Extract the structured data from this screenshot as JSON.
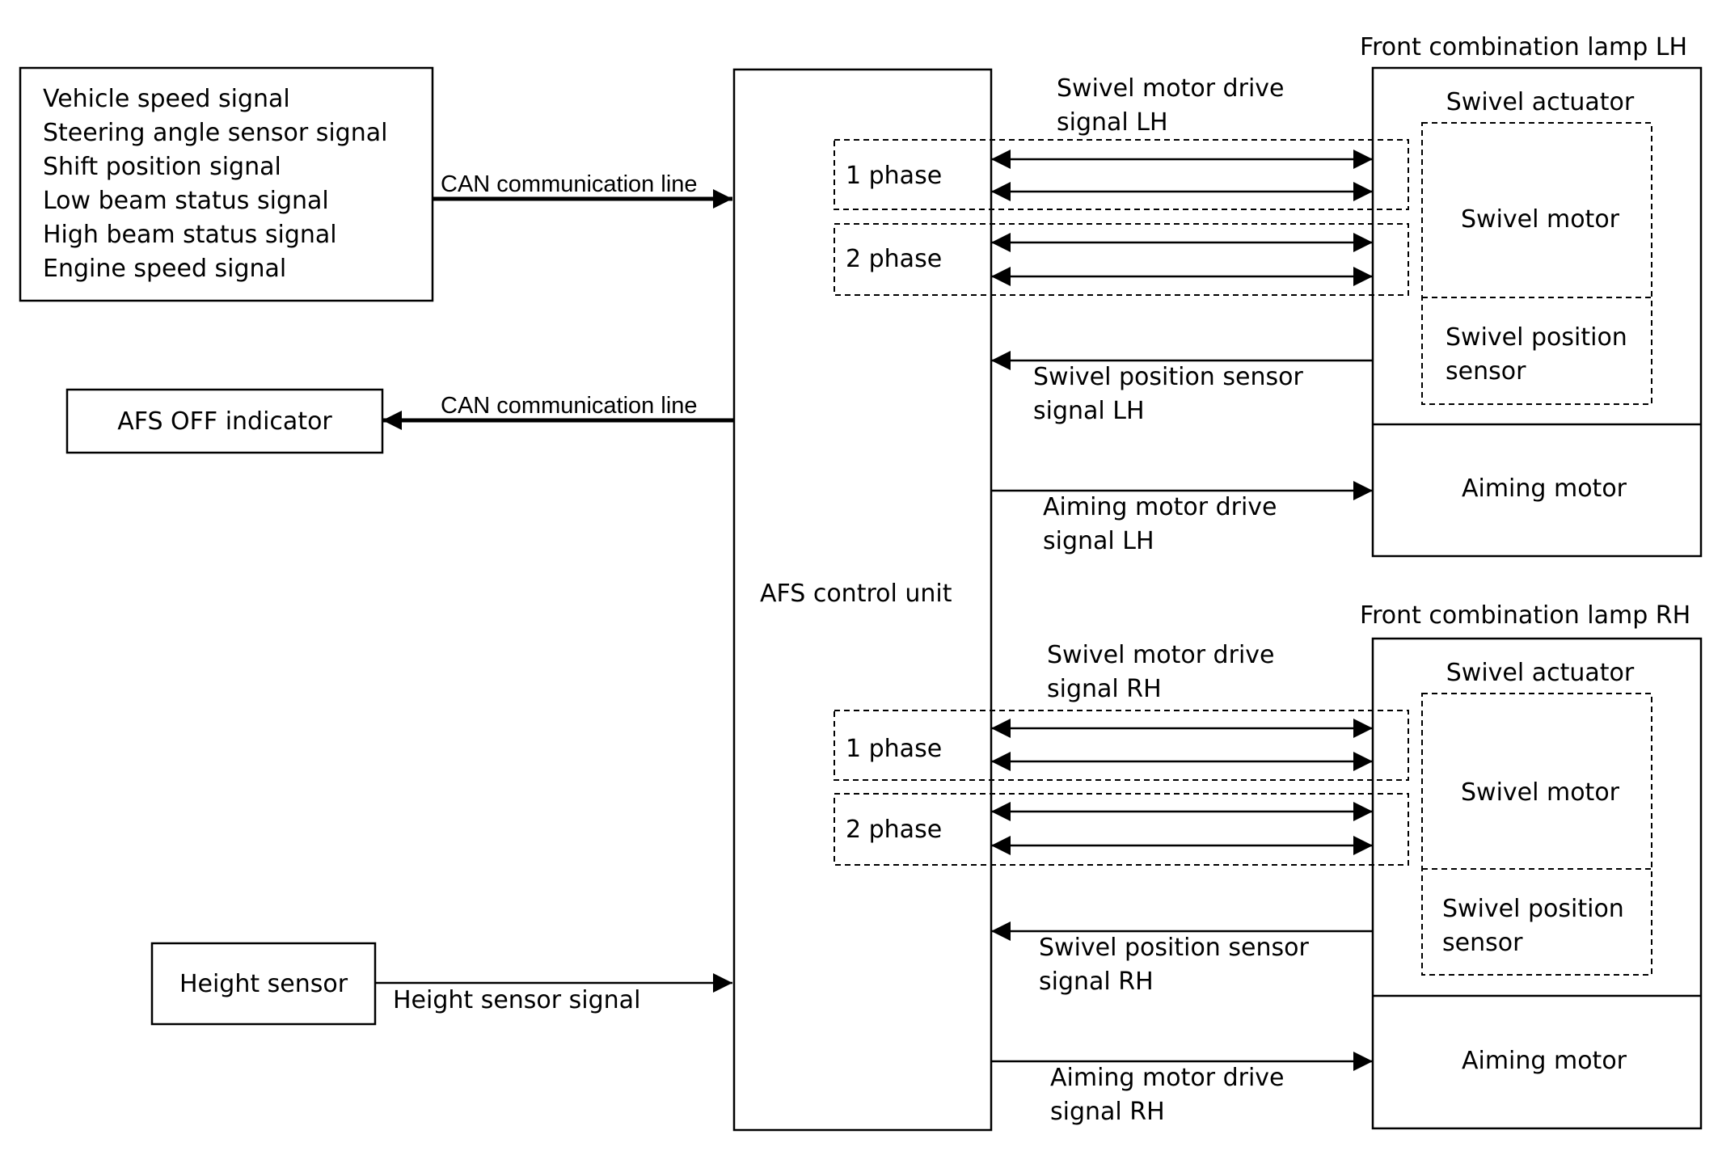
{
  "inputs_box": {
    "lines": [
      "Vehicle speed signal",
      "Steering angle sensor signal",
      "Shift position signal",
      "Low beam status signal",
      "High beam status signal",
      "Engine speed signal"
    ]
  },
  "can_line_in": "CAN communication line",
  "can_line_out": "CAN communication line",
  "afs_off_indicator": "AFS OFF indicator",
  "height_sensor": "Height sensor",
  "height_sensor_signal": "Height sensor signal",
  "control_unit": "AFS control unit",
  "lamp_lh": {
    "title": "Front combination lamp LH",
    "swivel_actuator": "Swivel actuator",
    "swivel_motor": "Swivel motor",
    "swivel_position_sensor": [
      "Swivel position",
      "sensor"
    ],
    "aiming_motor": "Aiming motor",
    "drive_signal": [
      "Swivel motor drive",
      "signal LH"
    ],
    "phase1": "1 phase",
    "phase2": "2 phase",
    "position_signal": [
      "Swivel position sensor",
      "signal LH"
    ],
    "aiming_signal": [
      "Aiming motor drive",
      "signal LH"
    ]
  },
  "lamp_rh": {
    "title": "Front combination lamp RH",
    "swivel_actuator": "Swivel actuator",
    "swivel_motor": "Swivel motor",
    "swivel_position_sensor": [
      "Swivel position",
      "sensor"
    ],
    "aiming_motor": "Aiming motor",
    "drive_signal": [
      "Swivel motor drive",
      "signal RH"
    ],
    "phase1": "1 phase",
    "phase2": "2 phase",
    "position_signal": [
      "Swivel position sensor",
      "signal RH"
    ],
    "aiming_signal": [
      "Aiming motor drive",
      "signal RH"
    ]
  }
}
